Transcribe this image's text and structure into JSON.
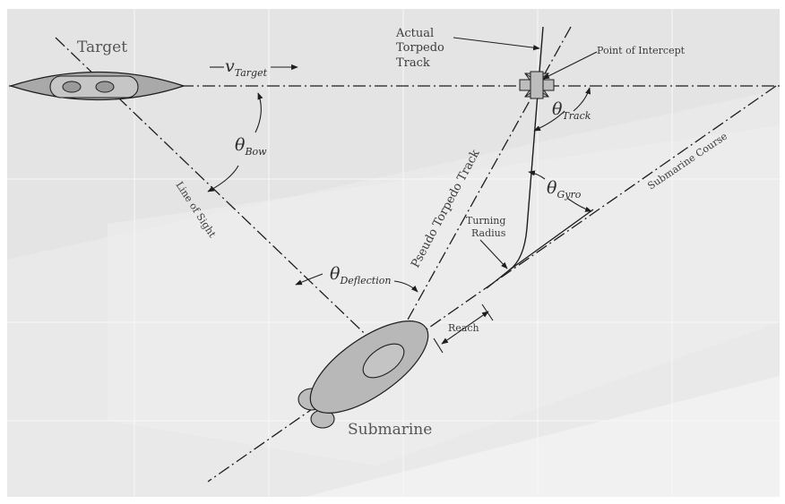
{
  "labels": {
    "target": "Target",
    "submarine": "Submarine",
    "actual_track": [
      "Actual",
      "Torpedo",
      "Track"
    ],
    "point_of_intercept": "Point of Intercept",
    "line_of_sight": "Line of Sight",
    "pseudo_track": "Pseudo Torpedo Track",
    "submarine_course": "Submarine Course",
    "turning_radius": [
      "Turning",
      "Radius"
    ],
    "reach": "Reach"
  },
  "symbols": {
    "v": "v",
    "theta": "θ",
    "v_target_sub": "Target",
    "bow_sub": "Bow",
    "track_sub": "Track",
    "gyro_sub": "Gyro",
    "deflection_sub": "Deflection"
  },
  "colors": {
    "background_plane": "#e7e7e7",
    "upper_plane": "#dedede",
    "outer_frame": "#f2f2f2",
    "hull_fill": "#b4b4b4",
    "line": "#1e1e1e"
  }
}
